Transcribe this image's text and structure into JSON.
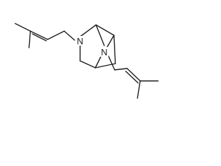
{
  "molecule": {
    "atoms": [
      {
        "id": "n1",
        "symbol": "N"
      },
      {
        "id": "n2",
        "symbol": "N"
      }
    ]
  }
}
